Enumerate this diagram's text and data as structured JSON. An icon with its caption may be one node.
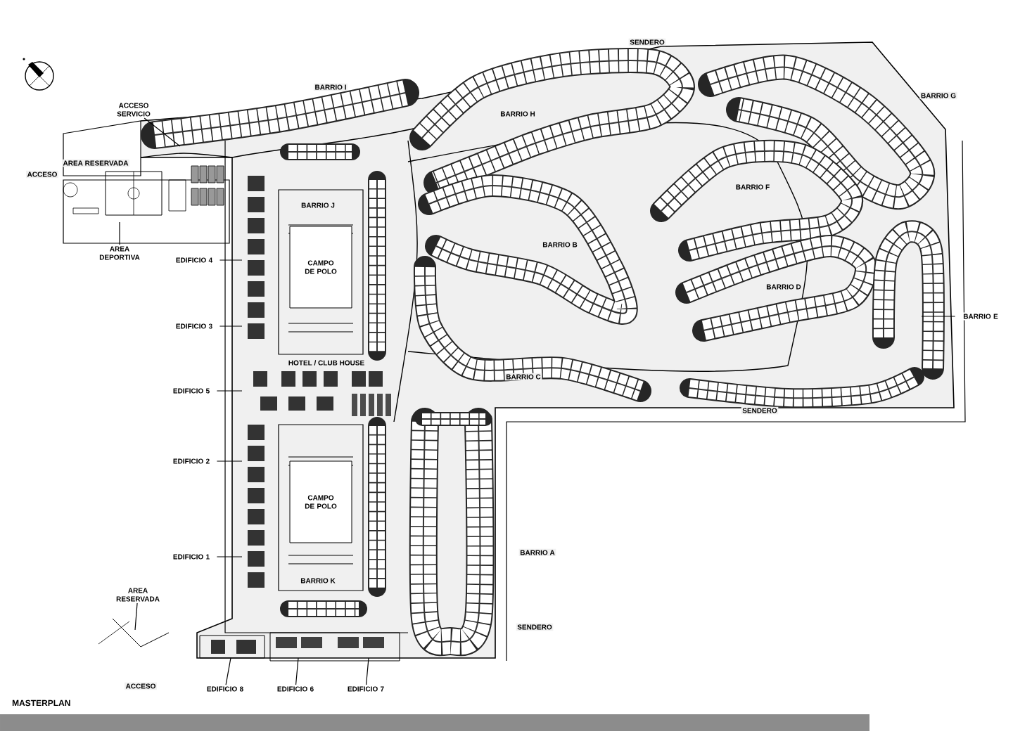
{
  "diagram": {
    "title": "MASTERPLAN",
    "nodes": [
      {
        "text": [
          "ACCESO SERVICIO"
        ]
      },
      {
        "text": [
          "AREA DEPORTIVA"
        ]
      },
      {
        "text": [
          "CAMPO DE POLO"
        ]
      },
      {
        "text": [
          "EDIFICIO 4"
        ]
      },
      {
        "text": [
          "EDIFICIO 3"
        ]
      },
      {
        "text": [
          "BARRIO E"
        ]
      },
      {
        "text": [
          "EDIFICIO 5"
        ]
      },
      {
        "text": [
          "EDIFICIO 2"
        ]
      },
      {
        "text": [
          "CAMPO DE POLO"
        ]
      },
      {
        "text": [
          "EDIFICIO 1"
        ]
      },
      {
        "text": [
          "AREA RESERVADA"
        ]
      },
      {
        "text": [
          "EDIFICIO 8"
        ]
      },
      {
        "text": [
          "EDIFICIO 6"
        ]
      },
      {
        "text": [
          "EDIFICIO 7"
        ]
      }
    ],
    "edges": [
      {
        "from": 0,
        "to": null,
        "arrow": "none"
      },
      {
        "from": 1,
        "to": null,
        "arrow": "none"
      },
      {
        "from": 3,
        "to": null,
        "arrow": "none"
      },
      {
        "from": 4,
        "to": null,
        "arrow": "none"
      },
      {
        "from": 5,
        "to": null,
        "arrow": "none"
      },
      {
        "from": 6,
        "to": null,
        "arrow": "none"
      },
      {
        "from": 7,
        "to": null,
        "arrow": "none"
      },
      {
        "from": 9,
        "to": null,
        "arrow": "none"
      },
      {
        "from": 10,
        "to": null,
        "arrow": "none"
      },
      {
        "from": 11,
        "to": null,
        "arrow": "none"
      },
      {
        "from": 12,
        "to": null,
        "arrow": "none"
      },
      {
        "from": 13,
        "to": null,
        "arrow": "none"
      }
    ],
    "labels": [
      "ACCESO",
      "AREA RESERVADA",
      "BARRIO I",
      "SENDERO",
      "BARRIO H",
      "BARRIO G",
      "BARRIO J",
      "BARRIO F",
      "BARRIO B",
      "BARRIO D",
      "HOTEL / CLUB HOUSE",
      "BARRIO C",
      "SENDERO",
      "BARRIO A",
      "BARRIO K",
      "SENDERO",
      "ACCESO"
    ]
  }
}
